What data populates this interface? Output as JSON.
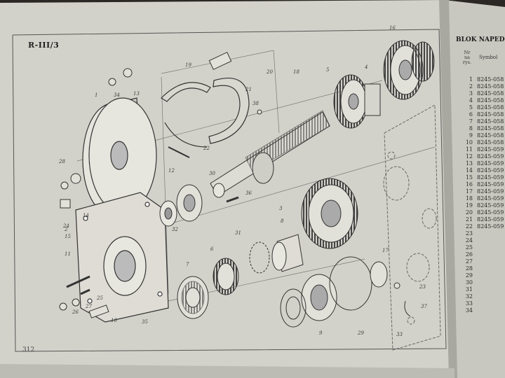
{
  "left_page": {
    "header": "R-III/3",
    "page_number": "312",
    "callouts": [
      "1",
      "2",
      "3",
      "4",
      "5",
      "6",
      "7",
      "8",
      "9",
      "10",
      "11",
      "12",
      "13",
      "14",
      "15",
      "16",
      "17",
      "18",
      "19",
      "20",
      "21",
      "22",
      "23",
      "24",
      "25",
      "26",
      "27",
      "28",
      "29",
      "30",
      "31",
      "32",
      "33",
      "34",
      "35",
      "36",
      "37",
      "38"
    ]
  },
  "right_page": {
    "title": "BLOK NAPEDO",
    "col_nr": [
      "Nr",
      "na",
      "rys."
    ],
    "col_symbol": "Symbol",
    "rows": [
      {
        "nr": "1",
        "code": "8245-058"
      },
      {
        "nr": "2",
        "code": "8245-058"
      },
      {
        "nr": "3",
        "code": "8245-058"
      },
      {
        "nr": "4",
        "code": "8245-058"
      },
      {
        "nr": "5",
        "code": "8245-058"
      },
      {
        "nr": "6",
        "code": "8245-058"
      },
      {
        "nr": "7",
        "code": "8245-058"
      },
      {
        "nr": "8",
        "code": "8245-058"
      },
      {
        "nr": "9",
        "code": "8245-058"
      },
      {
        "nr": "10",
        "code": "8245-058"
      },
      {
        "nr": "11",
        "code": "8245-059"
      },
      {
        "nr": "12",
        "code": "8245-059"
      },
      {
        "nr": "13",
        "code": "8245-059"
      },
      {
        "nr": "14",
        "code": "8245-059"
      },
      {
        "nr": "15",
        "code": "8245-059"
      },
      {
        "nr": "16",
        "code": "8245-059"
      },
      {
        "nr": "17",
        "code": "8245-059"
      },
      {
        "nr": "18",
        "code": "8245-059"
      },
      {
        "nr": "19",
        "code": "8245-059"
      },
      {
        "nr": "20",
        "code": "8245-059"
      },
      {
        "nr": "21",
        "code": "8245-059"
      },
      {
        "nr": "22",
        "code": "8245-059"
      },
      {
        "nr": "23",
        "code": ""
      },
      {
        "nr": "24",
        "code": ""
      },
      {
        "nr": "25",
        "code": ""
      },
      {
        "nr": "26",
        "code": ""
      },
      {
        "nr": "27",
        "code": ""
      },
      {
        "nr": "28",
        "code": ""
      },
      {
        "nr": "29",
        "code": ""
      },
      {
        "nr": "30",
        "code": ""
      },
      {
        "nr": "31",
        "code": ""
      },
      {
        "nr": "32",
        "code": ""
      },
      {
        "nr": "33",
        "code": ""
      },
      {
        "nr": "34",
        "code": ""
      }
    ]
  }
}
